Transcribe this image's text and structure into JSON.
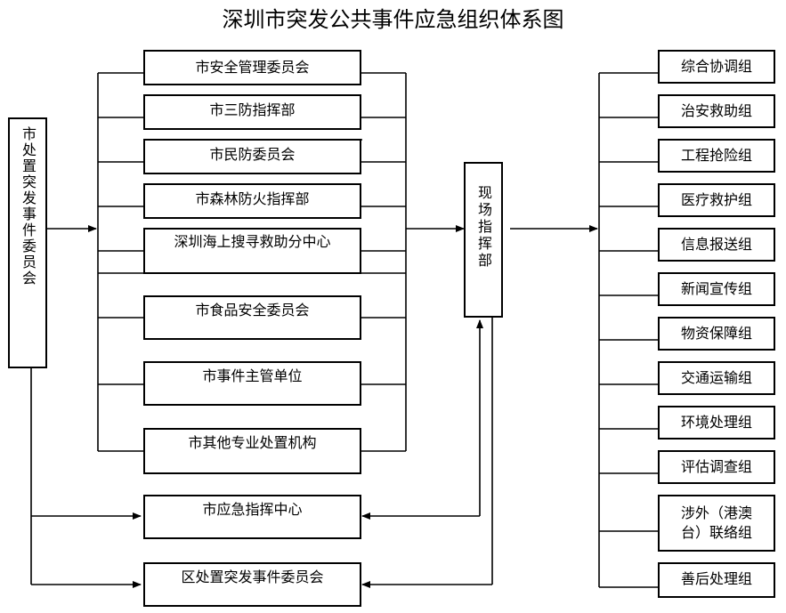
{
  "title": "深圳市突发公共事件应急组织体系图",
  "committee": "市处置突发事件委员会",
  "site_hq": "现场指挥部",
  "agencies": [
    "市安全管理委员会",
    "市三防指挥部",
    "市民防委员会",
    "市森林防火指挥部",
    "深圳海上搜寻救助分中心",
    "市食品安全委员会",
    "市事件主管单位",
    "市其他专业处置机构"
  ],
  "emergency_center": "市应急指挥中心",
  "district_committee": "区处置突发事件委员会",
  "groups": [
    "综合协调组",
    "治安救助组",
    "工程抢险组",
    "医疗救护组",
    "信息报送组",
    "新闻宣传组",
    "物资保障组",
    "交通运输组",
    "环境处理组",
    "评估调查组",
    "涉外（港澳台）联络组",
    "善后处理组"
  ]
}
